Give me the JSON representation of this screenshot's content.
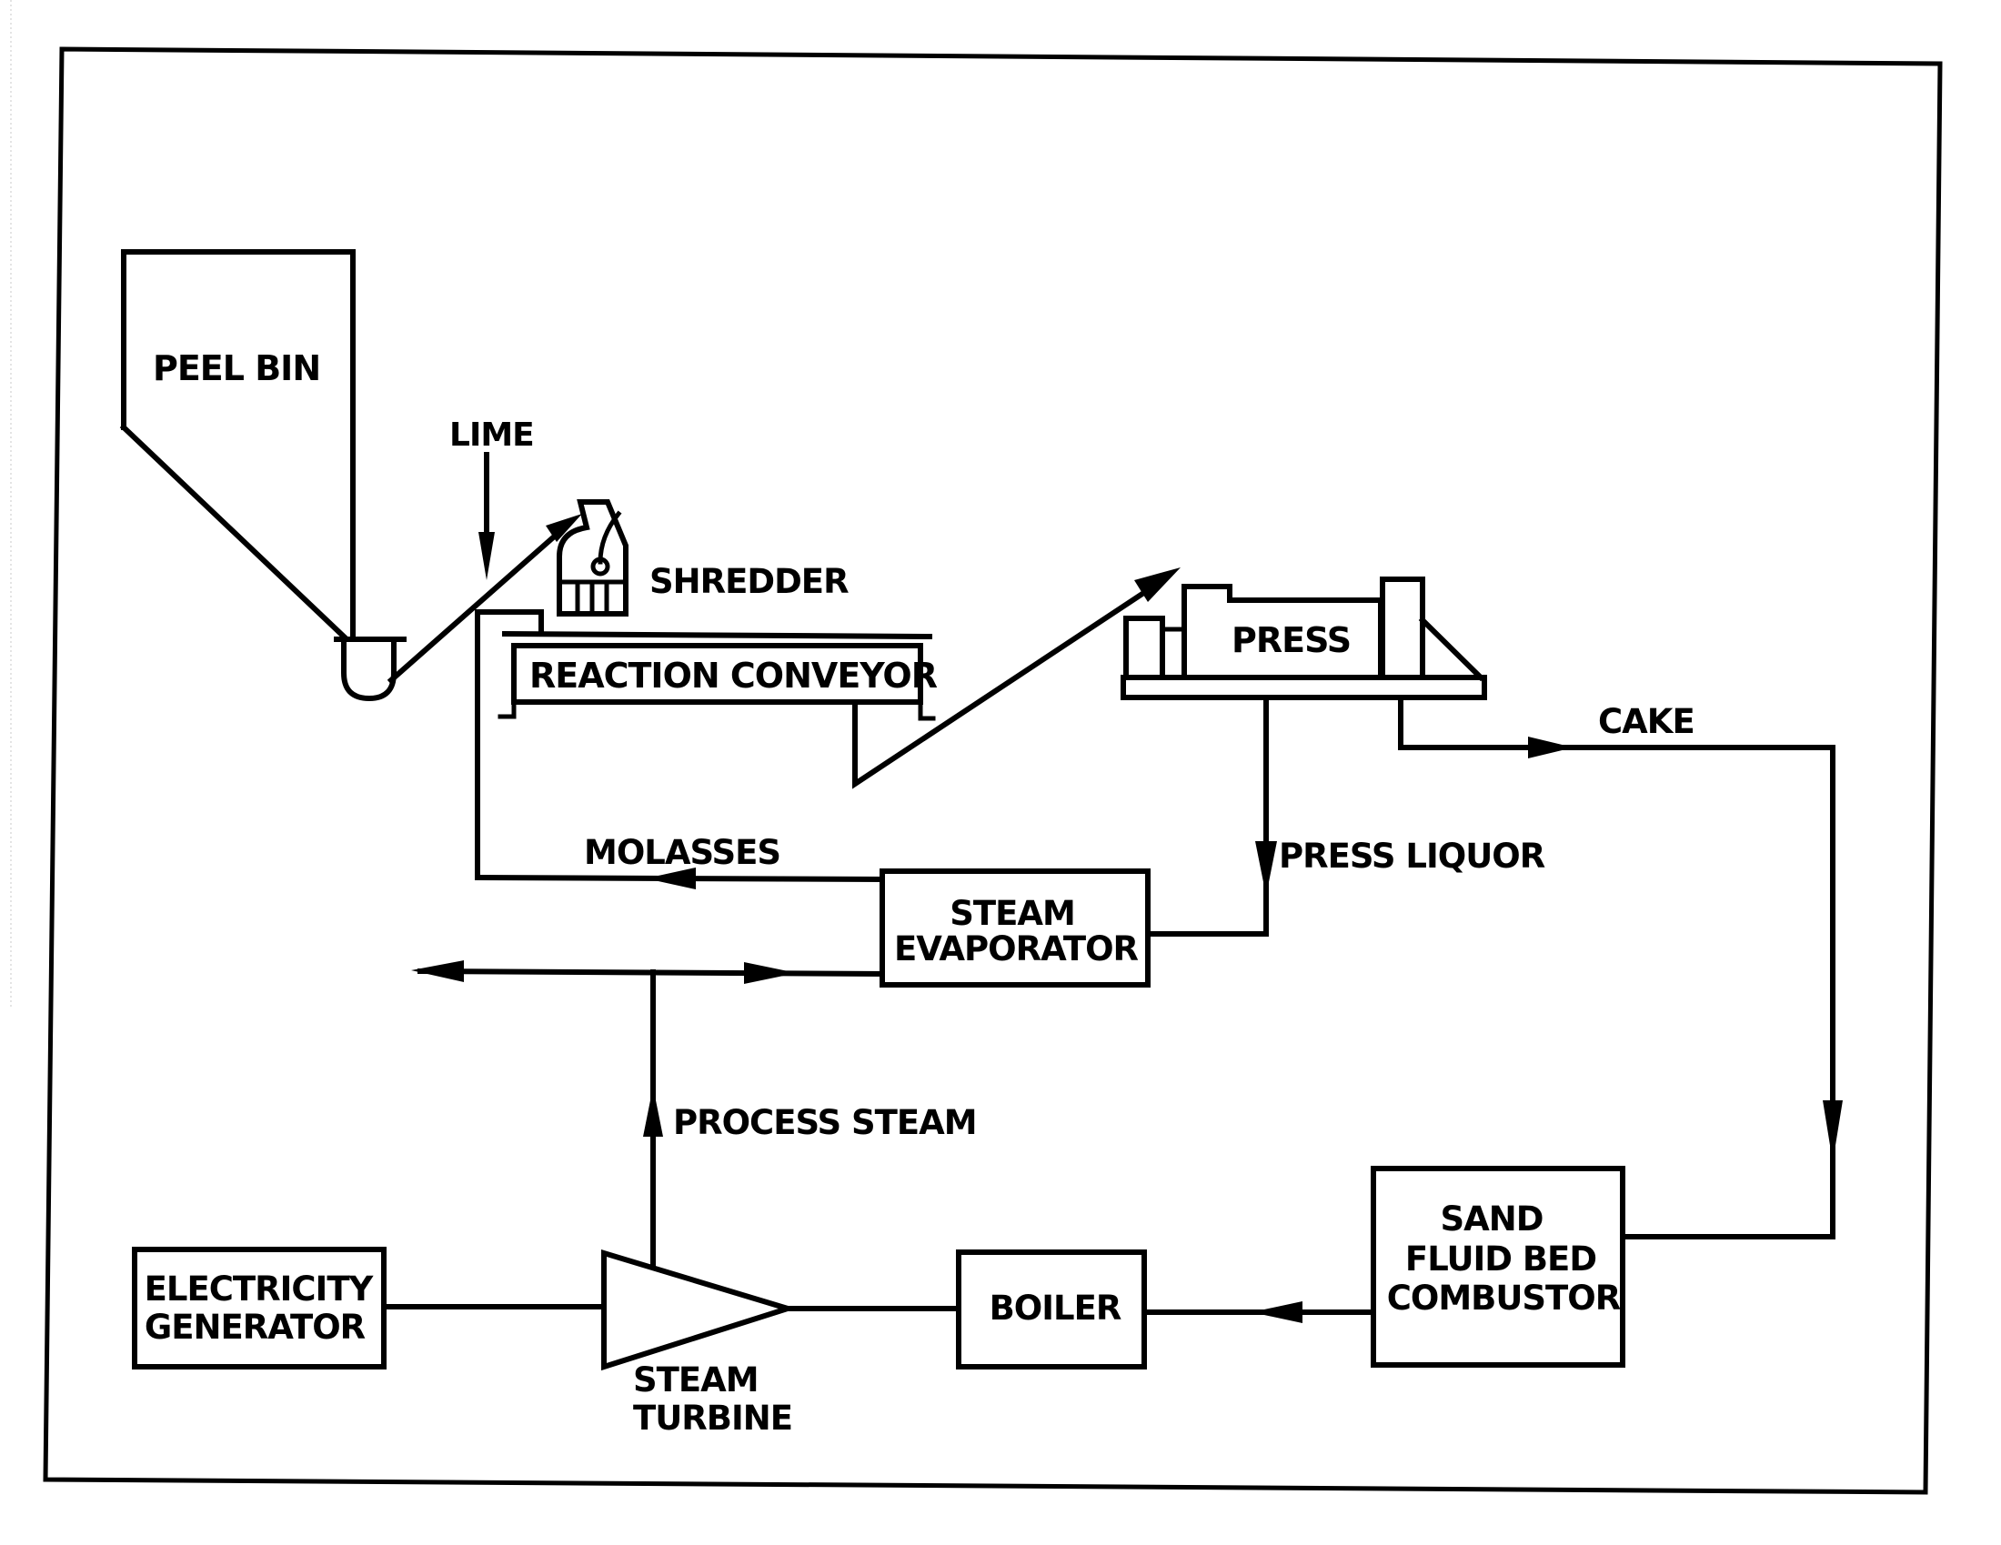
{
  "diagram": {
    "type": "process-flow",
    "colors": {
      "line": "#000000",
      "background": "#ffffff"
    },
    "components": {
      "peel_bin": "PEEL BIN",
      "lime": "LIME",
      "shredder": "SHREDDER",
      "reaction_conveyor": "REACTION CONVEYOR",
      "press": "PRESS",
      "steam_evaporator": [
        "STEAM",
        "EVAPORATOR"
      ],
      "sand_fluid_bed_combustor": [
        "SAND",
        "FLUID BED",
        "COMBUSTOR"
      ],
      "boiler": "BOILER",
      "steam_turbine": [
        "STEAM",
        "TURBINE"
      ],
      "electricity_generator": [
        "ELECTRICITY",
        "GENERATOR"
      ]
    },
    "streams": {
      "cake": "CAKE",
      "press_liquor": "PRESS LIQUOR",
      "molasses": "MOLASSES",
      "process_steam": "PROCESS STEAM"
    },
    "flows": [
      {
        "from": "peel_bin",
        "to": "shredder",
        "label": ""
      },
      {
        "from": "lime",
        "to": "shredder_feed",
        "label": "LIME"
      },
      {
        "from": "shredder",
        "to": "reaction_conveyor",
        "label": ""
      },
      {
        "from": "reaction_conveyor",
        "to": "press",
        "label": ""
      },
      {
        "from": "press",
        "to": "sand_fluid_bed_combustor",
        "label": "CAKE"
      },
      {
        "from": "press",
        "to": "steam_evaporator",
        "label": "PRESS LIQUOR"
      },
      {
        "from": "steam_evaporator",
        "to": "reaction_conveyor",
        "label": "MOLASSES"
      },
      {
        "from": "sand_fluid_bed_combustor",
        "to": "boiler",
        "label": ""
      },
      {
        "from": "boiler",
        "to": "steam_turbine",
        "label": ""
      },
      {
        "from": "steam_turbine",
        "to": "electricity_generator",
        "label": ""
      },
      {
        "from": "steam_turbine",
        "to": "steam_evaporator",
        "label": "PROCESS STEAM"
      },
      {
        "from": "steam_turbine",
        "to": "external",
        "label": "PROCESS STEAM"
      }
    ]
  }
}
